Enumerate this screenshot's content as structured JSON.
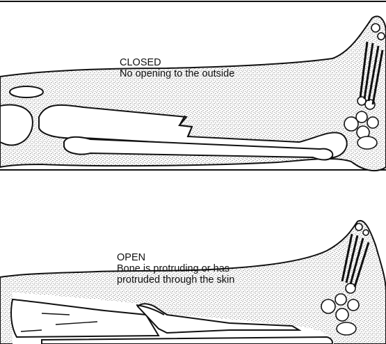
{
  "panels": [
    {
      "id": "closed",
      "title": "CLOSED",
      "description": [
        "No opening to the outside"
      ]
    },
    {
      "id": "open",
      "title": "OPEN",
      "description": [
        "Bone is protruding or has",
        "protruded through the skin"
      ]
    }
  ],
  "colors": {
    "ink": "#111111",
    "paper": "#ffffff"
  }
}
